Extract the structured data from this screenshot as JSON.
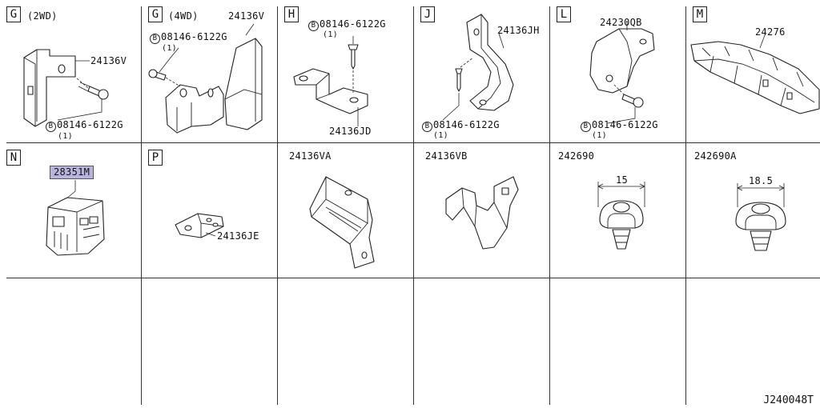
{
  "catalog_code": "J240048T",
  "cells": {
    "G2": {
      "section": "G",
      "variant": "(2WD)",
      "part": "24136V",
      "bolt": "08146-6122G",
      "bolt_marker": "B",
      "qty": "(1)"
    },
    "G4": {
      "section": "G",
      "variant": "(4WD)",
      "part": "24136V",
      "bolt": "08146-6122G",
      "bolt_marker": "B",
      "qty": "(1)"
    },
    "H": {
      "section": "H",
      "part": "24136JD",
      "bolt": "08146-6122G",
      "bolt_marker": "B",
      "qty": "(1)"
    },
    "J": {
      "section": "J",
      "part": "24136JH",
      "bolt": "08146-6122G",
      "bolt_marker": "B",
      "qty": "(1)"
    },
    "L": {
      "section": "L",
      "part": "24230QB",
      "bolt": "08146-6122G",
      "bolt_marker": "B",
      "qty": "(1)"
    },
    "M": {
      "section": "M",
      "part": "24276"
    },
    "N": {
      "section": "N",
      "part": "28351M",
      "highlight_color": "#b9b4de"
    },
    "P": {
      "section": "P",
      "part": "24136JE"
    },
    "VA": {
      "part": "24136VA"
    },
    "VB": {
      "part": "24136VB"
    },
    "Q": {
      "part": "242690",
      "dimension": "15"
    },
    "QA": {
      "part": "242690A",
      "dimension": "18.5"
    }
  }
}
